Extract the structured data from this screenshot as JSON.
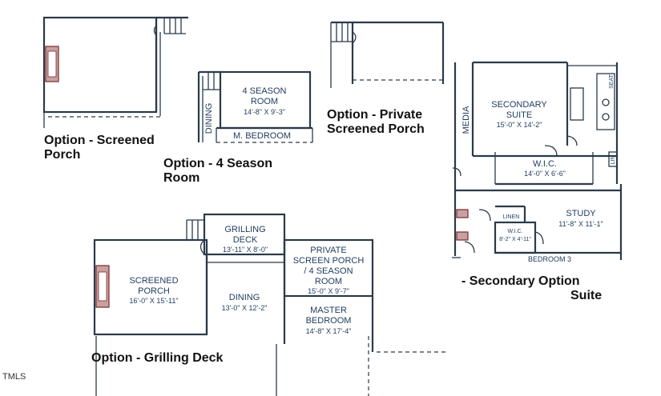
{
  "watermark": "TMLS",
  "captions": {
    "screened_porch": [
      "Option - Screened",
      "Porch"
    ],
    "four_season": [
      "Option - 4 Season",
      "Room"
    ],
    "private_porch": [
      "Option - Private",
      "Screened Porch"
    ],
    "grilling_deck": "Option - Grilling Deck",
    "secondary_suite": [
      "- Secondary Option",
      "Suite"
    ]
  },
  "four_season_plan": {
    "room_name": [
      "4 SEASON",
      "ROOM"
    ],
    "room_dim": "14'-8\" X 9'-3\"",
    "dining": "DINING",
    "bedroom": "M. BEDROOM"
  },
  "suite_plan": {
    "media": "MEDIA",
    "suite_name": [
      "SECONDARY",
      "SUITE"
    ],
    "suite_dim": "15'-0\" X 14'-2\"",
    "seat": "SEAT",
    "lin": "LIN",
    "wic": "W.I.C.",
    "wic_dim": "14'-0\" X 6'-6\"",
    "study": "STUDY",
    "study_dim": "11'-8\" X 11'-1\"",
    "linen": "LINEN",
    "wic2": "W.I.C.",
    "wic2_dim": "8'-2\" X 4'-11\"",
    "bedroom3": "BEDROOM 3"
  },
  "grilling_plan": {
    "grilling_name": [
      "GRILLING",
      "DECK"
    ],
    "grilling_dim": "13'-11\" X 8'-0\"",
    "screened_name": [
      "SCREENED",
      "PORCH"
    ],
    "screened_dim": "16'-0\" X 15'-11\"",
    "dining": "DINING",
    "dining_dim": "13'-0\" X 12'-2\"",
    "private_name": [
      "PRIVATE",
      "SCREEN PORCH",
      "/ 4 SEASON",
      "ROOM"
    ],
    "private_dim": "15'-0\" X 9'-7\"",
    "master_name": [
      "MASTER",
      "BEDROOM"
    ],
    "master_dim": "14'-8\" X 17'-4\""
  }
}
